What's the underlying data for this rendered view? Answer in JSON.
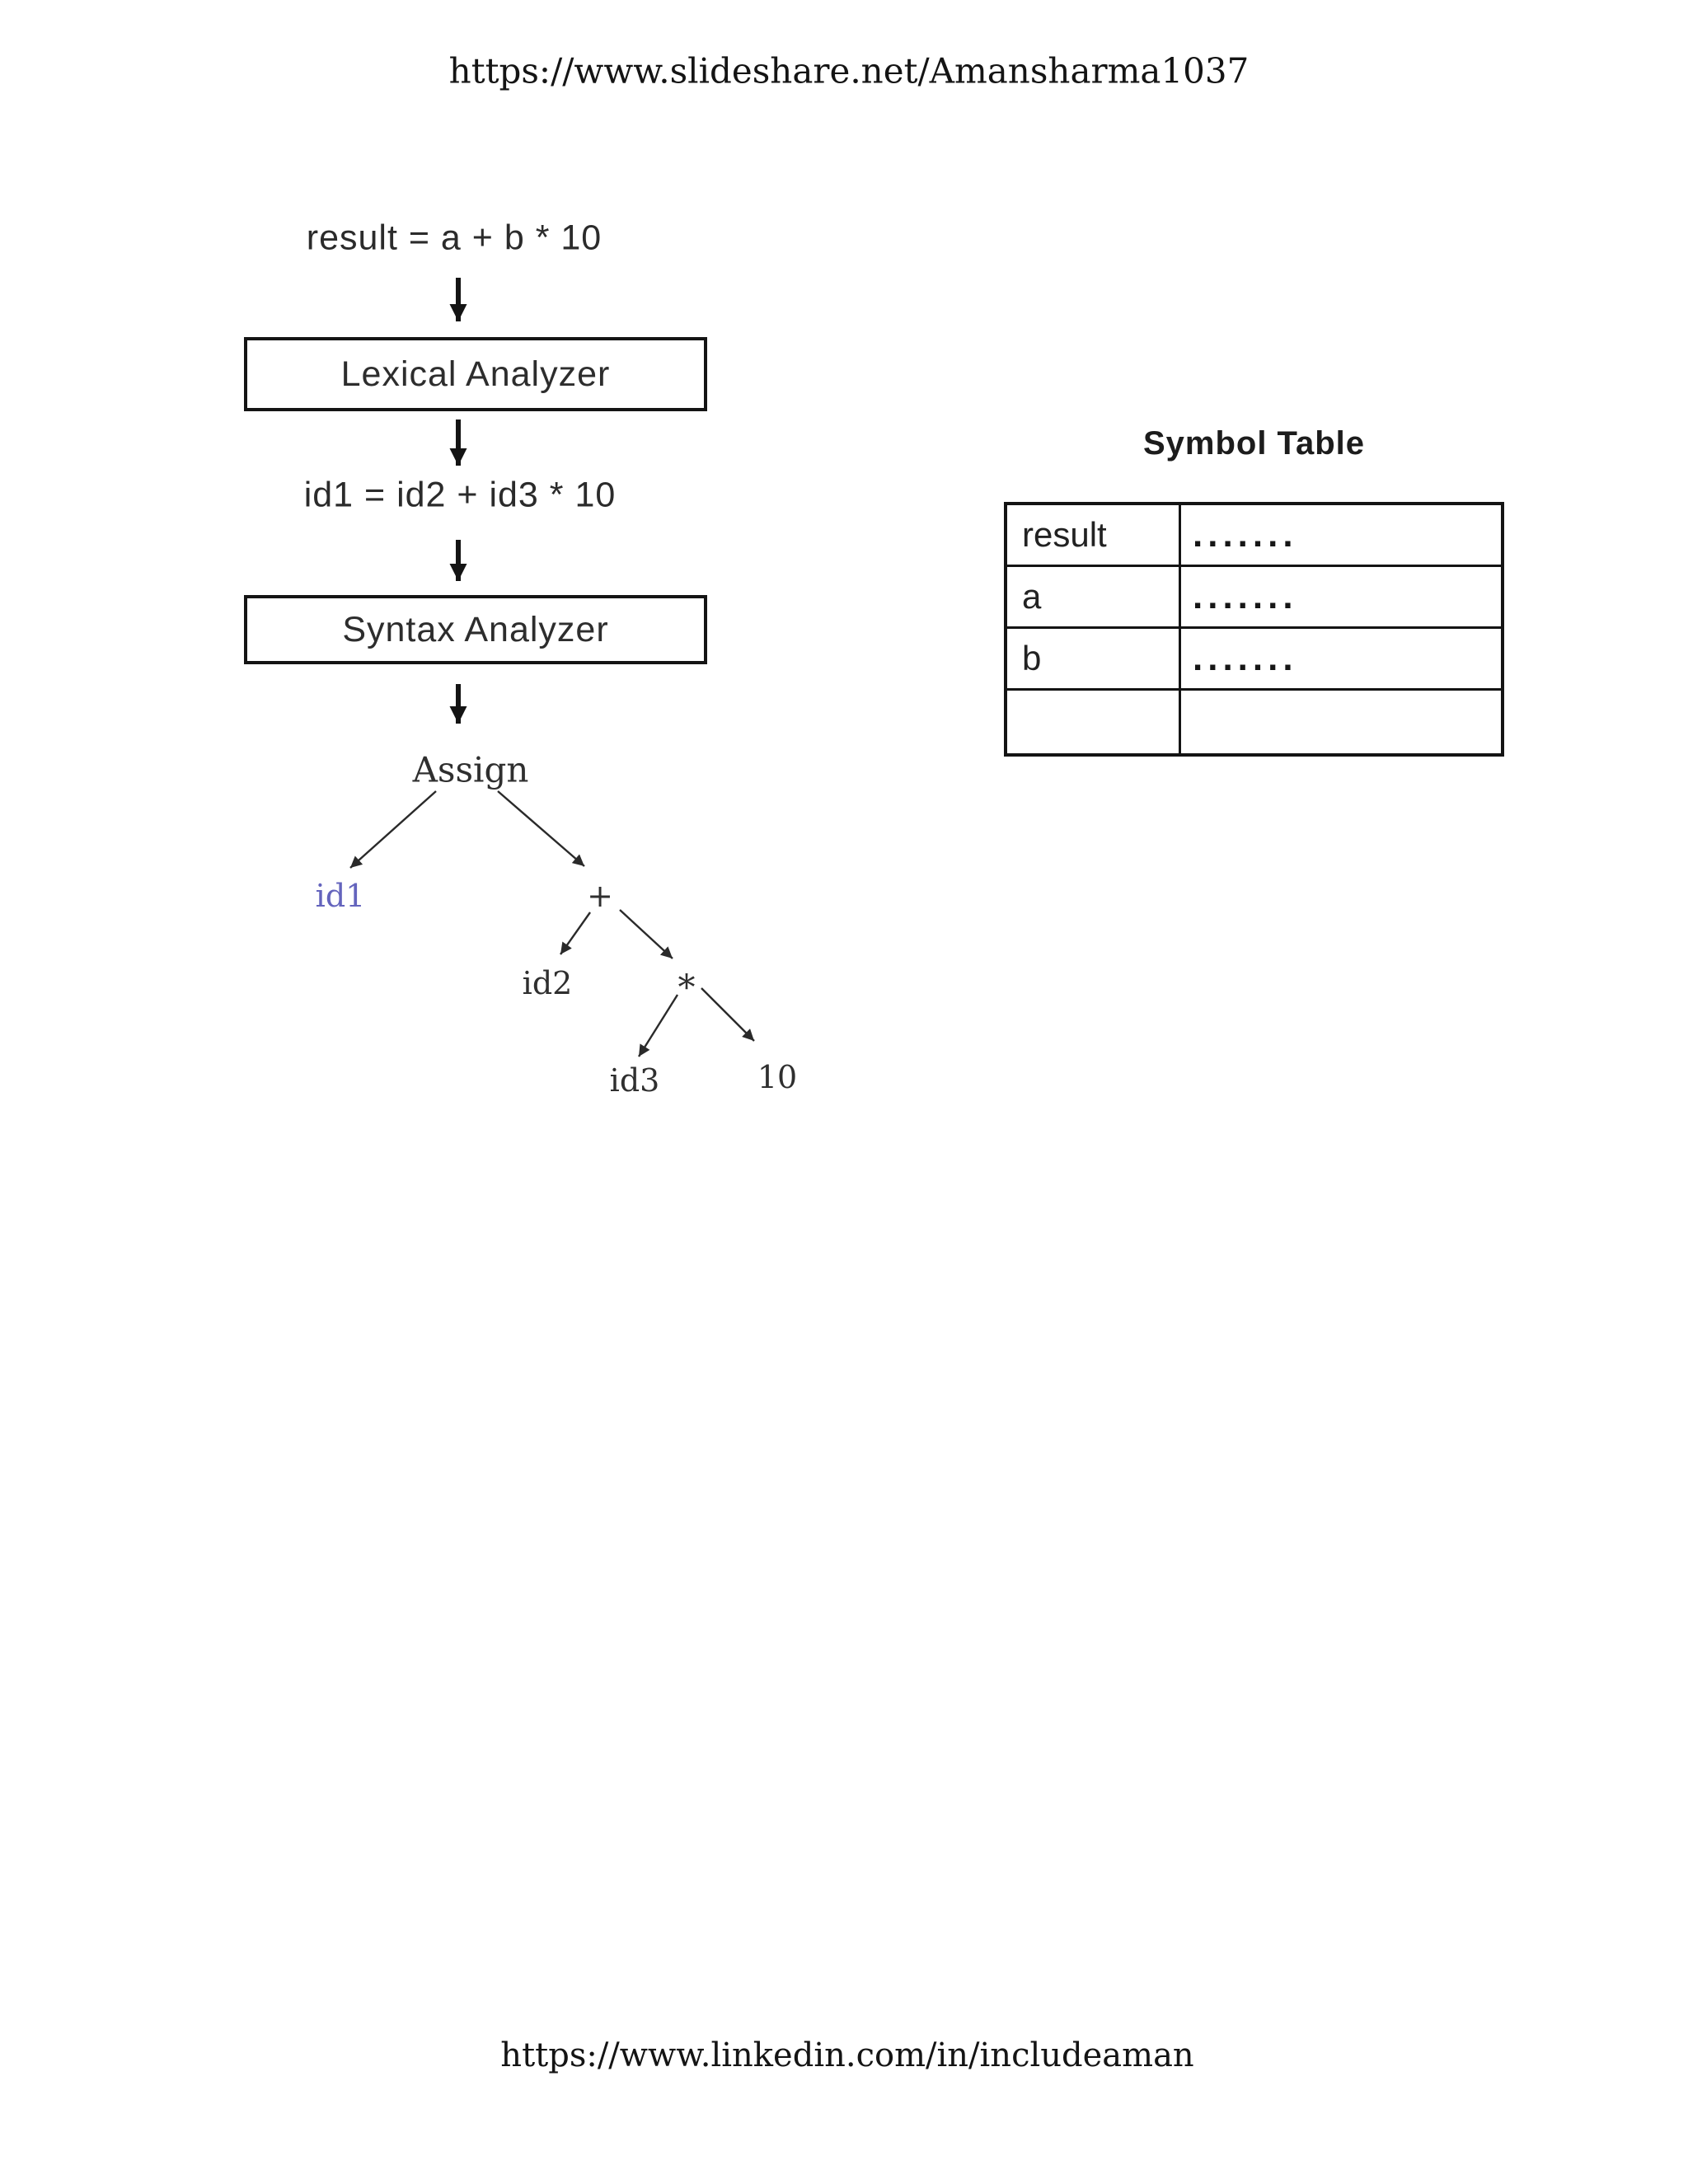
{
  "page": {
    "top_url": "https://www.slideshare.net/Amansharma1037",
    "bottom_url": "https://www.linkedin.com/in/includeaman"
  },
  "flow": {
    "source_expression": "result = a + b * 10",
    "lexical_box_label": "Lexical Analyzer",
    "token_expression": "id1 = id2 + id3 * 10",
    "syntax_box_label": "Syntax Analyzer"
  },
  "tree": {
    "root": "Assign",
    "nodes": {
      "id1": "id1",
      "plus": "+",
      "id2": "id2",
      "star": "*",
      "id3": "id3",
      "ten": "10"
    }
  },
  "symbol_table": {
    "title": "Symbol Table",
    "rows": [
      {
        "name": "result",
        "value": "......."
      },
      {
        "name": "a",
        "value": "......."
      },
      {
        "name": "b",
        "value": "......."
      },
      {
        "name": "",
        "value": ""
      }
    ]
  },
  "icons": {
    "down_arrow": "flow-arrow",
    "tree_edge": "tree-edge-arrow"
  },
  "colors": {
    "background": "#ffffff",
    "ink": "#141414",
    "id1_highlight": "#6464bd"
  }
}
